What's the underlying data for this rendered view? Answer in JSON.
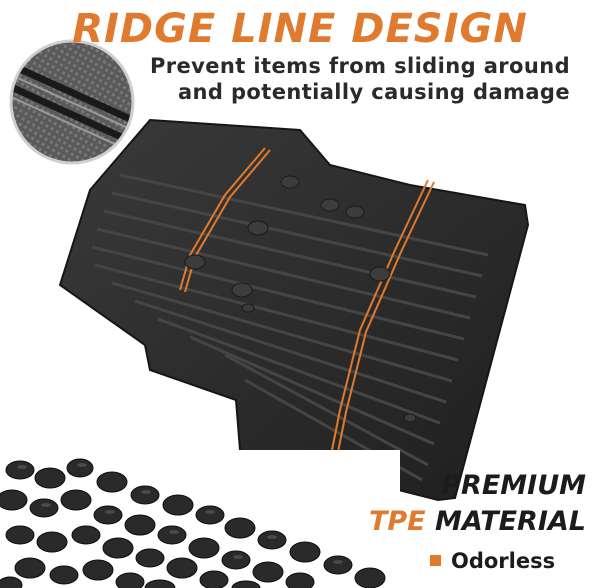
{
  "headline": "RIDGE LINE DESIGN",
  "subtitle_line1": "Prevent items from sliding around",
  "subtitle_line2": "and potentially causing damage",
  "material": {
    "premium": "PREMIUM",
    "tpe": "TPE",
    "material": "MATERIAL"
  },
  "features": [
    {
      "label": "Odorless"
    }
  ],
  "colors": {
    "accent": "#e07a2e",
    "text_dark": "#1c1c1c",
    "mat": "#2b2b2b",
    "background": "#ffffff"
  },
  "icons": [
    "bullet-square-icon"
  ]
}
